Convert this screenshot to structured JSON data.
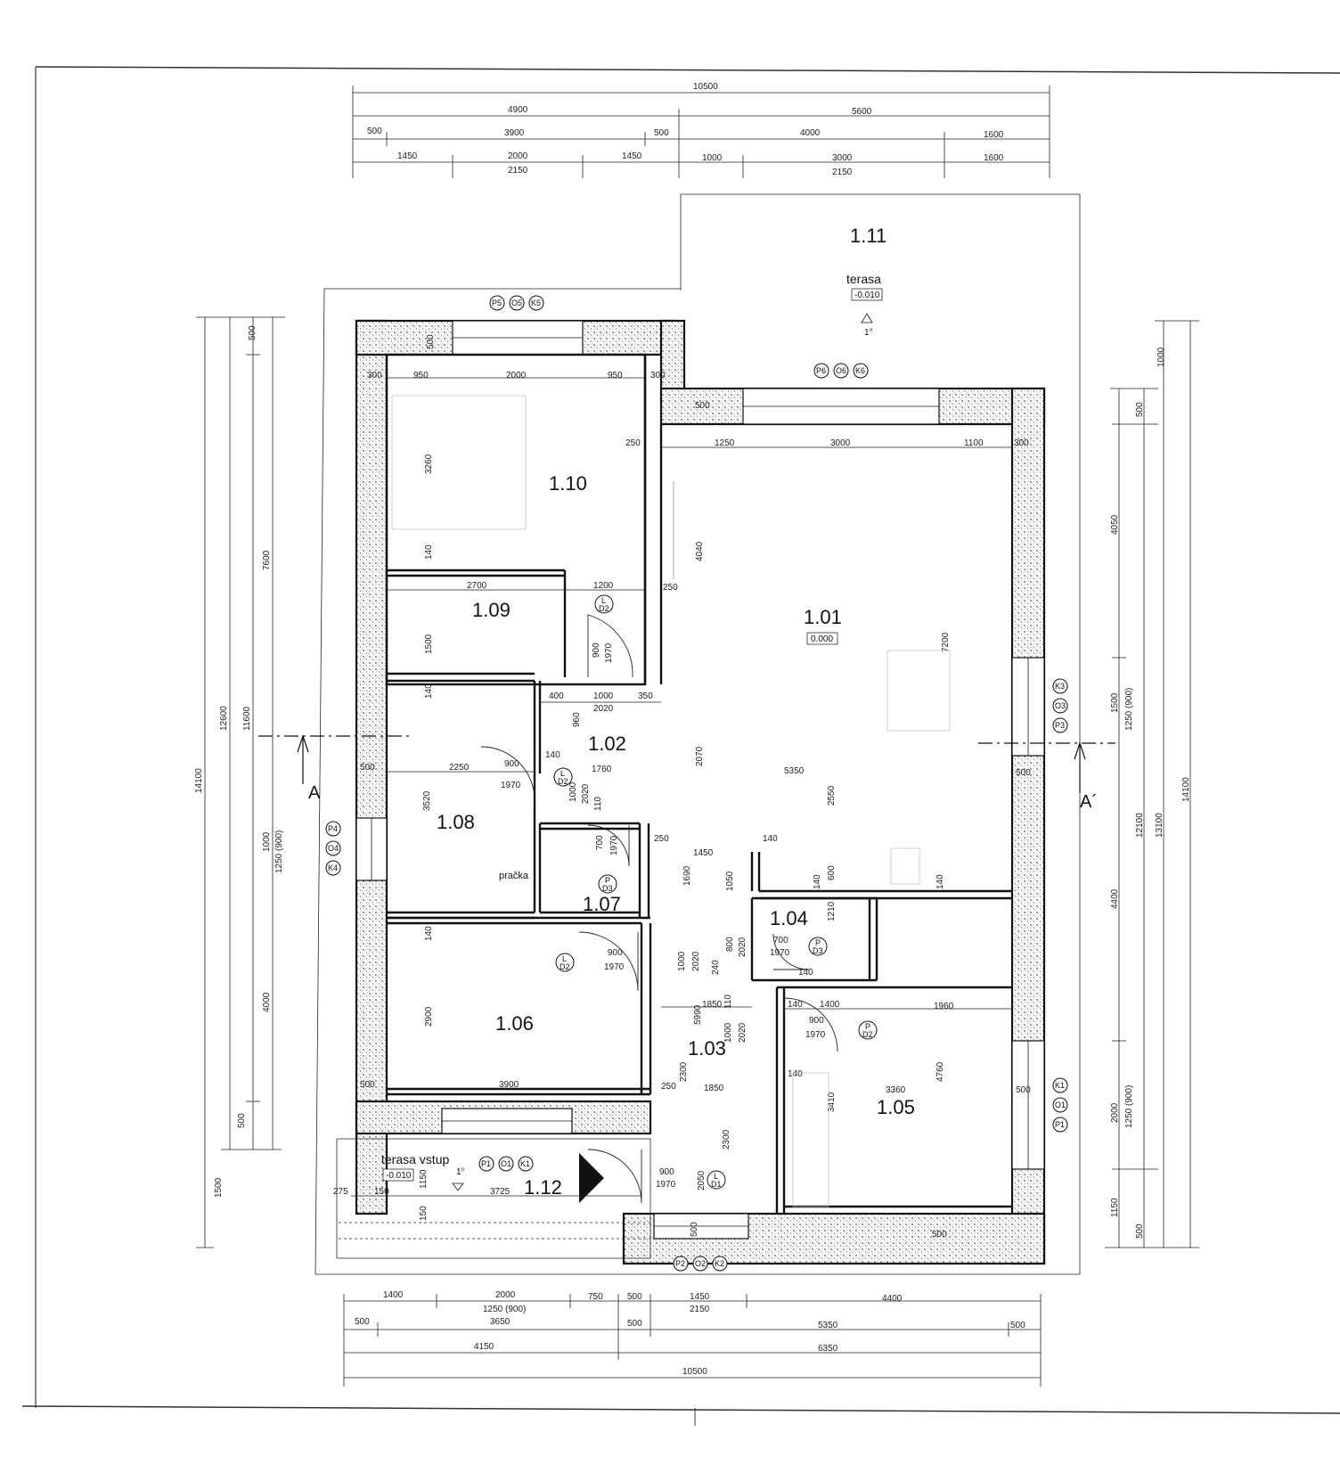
{
  "rooms": [
    {
      "id": "1.01",
      "level": "0.000"
    },
    {
      "id": "1.02"
    },
    {
      "id": "1.03"
    },
    {
      "id": "1.04"
    },
    {
      "id": "1.05"
    },
    {
      "id": "1.06"
    },
    {
      "id": "1.07"
    },
    {
      "id": "1.08",
      "note": "pračka"
    },
    {
      "id": "1.09"
    },
    {
      "id": "1.10"
    },
    {
      "id": "1.11",
      "name": "terasa",
      "level": "-0.010",
      "slope": "1°"
    },
    {
      "id": "1.12",
      "name": "terasa vstup",
      "level": "-0.010",
      "slope": "1°"
    }
  ],
  "sections": {
    "left": "A",
    "right": "A´"
  },
  "dims_top": {
    "row1": [
      "10500"
    ],
    "row2": [
      "4900",
      "5600"
    ],
    "row3": [
      "500",
      "3900",
      "500",
      "4000",
      "1600"
    ],
    "row4": [
      "1450",
      "2000",
      "1450",
      "1000",
      "3000",
      "1600"
    ],
    "row4b": [
      "2150",
      "2150"
    ]
  },
  "dims_bottom": {
    "row1": [
      "1400",
      "2000",
      "750",
      "500",
      "1450",
      "4400"
    ],
    "row1b": [
      "1250 (900)",
      "2150"
    ],
    "row2": [
      "500",
      "3650",
      "500",
      "5350",
      "500"
    ],
    "row3": [
      "4150",
      "6350"
    ],
    "row4": [
      "10500"
    ]
  },
  "dims_left": [
    "14100",
    "12600",
    "11600",
    "7600",
    "500",
    "4000",
    "1000",
    "1250 (900)",
    "500",
    "1500"
  ],
  "dims_right": [
    "1000",
    "500",
    "4050",
    "7200",
    "1500",
    "1250 (900)",
    "12100",
    "13100",
    "14100",
    "4400",
    "2000",
    "1250 (900)",
    "1150",
    "500"
  ],
  "windows": [
    {
      "tags": [
        "P5",
        "O5",
        "K5"
      ]
    },
    {
      "tags": [
        "P6",
        "O6",
        "K6"
      ]
    },
    {
      "tags": [
        "P3",
        "O3",
        "K3"
      ]
    },
    {
      "tags": [
        "P4",
        "O4",
        "K4"
      ]
    },
    {
      "tags": [
        "P1",
        "O1",
        "K1"
      ]
    },
    {
      "tags": [
        "P1",
        "O1",
        "K1"
      ]
    },
    {
      "tags": [
        "P2",
        "O2",
        "K2"
      ]
    }
  ],
  "doors": [
    {
      "tag": "L",
      "sub": "D2",
      "w": "900",
      "h": "1970"
    },
    {
      "tag": "L",
      "sub": "D2",
      "w": "900",
      "h": "1970"
    },
    {
      "tag": "L",
      "sub": "D2",
      "w": "900",
      "h": "1970"
    },
    {
      "tag": "P",
      "sub": "D3",
      "w": "700",
      "h": "1970"
    },
    {
      "tag": "P",
      "sub": "D3",
      "w": "700",
      "h": "1970"
    },
    {
      "tag": "P",
      "sub": "D2",
      "w": "900",
      "h": "1970"
    },
    {
      "tag": "L",
      "sub": "D1",
      "w": "900",
      "h": "1970"
    }
  ],
  "inner_dims": {
    "r110": [
      "300",
      "950",
      "2000",
      "950",
      "300",
      "3260",
      "250",
      "500"
    ],
    "r109": [
      "2700",
      "1200",
      "140",
      "1500",
      "250"
    ],
    "r101": [
      "1250",
      "3000",
      "1100",
      "300",
      "4040",
      "2070",
      "5350",
      "2550",
      "500",
      "500"
    ],
    "r102": [
      "400",
      "1000",
      "350",
      "2020",
      "960",
      "140",
      "1760",
      "1000",
      "2020",
      "110"
    ],
    "r108": [
      "2250",
      "3520",
      "500",
      "140"
    ],
    "r107": [
      "250",
      "1450",
      "1690",
      "1050",
      "140",
      "140",
      "600",
      "140"
    ],
    "r104": [
      "1210",
      "800",
      "2020",
      "240",
      "110",
      "140"
    ],
    "r106": [
      "140",
      "2900",
      "3900",
      "500",
      "250",
      "1850"
    ],
    "r103": [
      "1000",
      "2020",
      "5990",
      "1850",
      "1000",
      "2020",
      "2300",
      "2300"
    ],
    "r105": [
      "140",
      "1400",
      "1960",
      "4760",
      "140",
      "3410",
      "3360",
      "500"
    ],
    "r112": [
      "275",
      "150",
      "1150",
      "150",
      "3725",
      "2050",
      "500",
      "500"
    ]
  }
}
